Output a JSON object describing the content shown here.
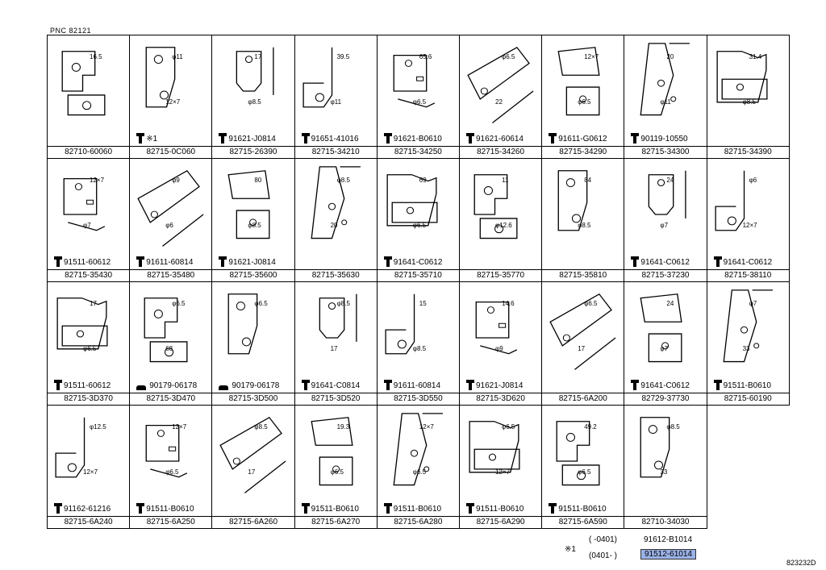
{
  "pnc": "PNC  82121",
  "cells": [
    {
      "cap": "82710-60060",
      "bolt": "",
      "dims": [
        "16.5"
      ]
    },
    {
      "cap": "82715-0C060",
      "bolt": "※1",
      "dims": [
        "φ11",
        "12×7"
      ]
    },
    {
      "cap": "82715-26390",
      "bolt": "91621-J0814",
      "dims": [
        "17",
        "φ8.5"
      ]
    },
    {
      "cap": "82715-34210",
      "bolt": "91651-41016",
      "dims": [
        "39.5",
        "φ11"
      ]
    },
    {
      "cap": "82715-34250",
      "bolt": "91621-B0610",
      "dims": [
        "65.6",
        "φ6.5"
      ]
    },
    {
      "cap": "82715-34260",
      "bolt": "91621-60614",
      "dims": [
        "φ6.5",
        "22"
      ]
    },
    {
      "cap": "82715-34290",
      "bolt": "91611-G0612",
      "dims": [
        "12×7",
        "φ6.5"
      ]
    },
    {
      "cap": "82715-34300",
      "bolt": "90119-10550",
      "dims": [
        "20",
        "φ11"
      ]
    },
    {
      "cap": "82715-34390",
      "bolt": "",
      "dims": [
        "31.4",
        "φ8.5"
      ]
    },
    {
      "cap": "82715-35430",
      "bolt": "91511-60612",
      "dims": [
        "12×7",
        "φ7"
      ]
    },
    {
      "cap": "82715-35480",
      "bolt": "91611-60814",
      "dims": [
        "φ9",
        "φ6"
      ]
    },
    {
      "cap": "82715-35600",
      "bolt": "91621-J0814",
      "dims": [
        "80",
        "φ8.5"
      ]
    },
    {
      "cap": "82715-35630",
      "bolt": "",
      "dims": [
        "φ8.5",
        "20"
      ]
    },
    {
      "cap": "82715-35710",
      "bolt": "91641-C0612",
      "dims": [
        "69",
        "φ6.5"
      ]
    },
    {
      "cap": "82715-35770",
      "bolt": "",
      "dims": [
        "11",
        "φ12.6"
      ]
    },
    {
      "cap": "82715-35810",
      "bolt": "",
      "dims": [
        "84",
        "φ8.5"
      ]
    },
    {
      "cap": "82715-37230",
      "bolt": "91641-C0612",
      "dims": [
        "24",
        "φ7"
      ]
    },
    {
      "cap": "82715-38110",
      "bolt": "91641-C0612",
      "dims": [
        "φ6",
        "12×7"
      ]
    },
    {
      "cap": "82715-3D370",
      "bolt": "91511-60612",
      "dims": [
        "17",
        "φ6.5"
      ]
    },
    {
      "cap": "82715-3D470",
      "bolt": "90179-06178",
      "nut": true,
      "dims": [
        "φ6.5",
        "68"
      ]
    },
    {
      "cap": "82715-3D500",
      "bolt": "90179-06178",
      "nut": true,
      "dims": [
        "φ6.5"
      ]
    },
    {
      "cap": "82715-3D520",
      "bolt": "91641-C0814",
      "dims": [
        "φ8.5",
        "17"
      ]
    },
    {
      "cap": "82715-3D550",
      "bolt": "91611-60814",
      "dims": [
        "15",
        "φ8.5"
      ]
    },
    {
      "cap": "82715-3D620",
      "bolt": "91621-J0814",
      "dims": [
        "14.6",
        "φ9"
      ]
    },
    {
      "cap": "82715-6A200",
      "bolt": "",
      "dims": [
        "φ6.5",
        "17"
      ]
    },
    {
      "cap": "82729-37730",
      "bolt": "91641-C0612",
      "dims": [
        "24",
        "φ7"
      ]
    },
    {
      "cap": "82715-60190",
      "bolt": "91511-B0610",
      "dims": [
        "φ7",
        "33"
      ]
    },
    {
      "cap": "82715-6A240",
      "bolt": "91162-61216",
      "dims": [
        "φ12.5",
        "12×7"
      ]
    },
    {
      "cap": "82715-6A250",
      "bolt": "91511-B0610",
      "dims": [
        "12×7",
        "φ6.5"
      ]
    },
    {
      "cap": "82715-6A260",
      "bolt": "",
      "dims": [
        "φ8.5",
        "17"
      ]
    },
    {
      "cap": "82715-6A270",
      "bolt": "91511-B0610",
      "dims": [
        "19.3",
        "φ6.5"
      ]
    },
    {
      "cap": "82715-6A280",
      "bolt": "91511-B0610",
      "dims": [
        "12×7",
        "φ6.5"
      ]
    },
    {
      "cap": "82715-6A290",
      "bolt": "91511-B0610",
      "dims": [
        "φ6.5",
        "12×7"
      ]
    },
    {
      "cap": "82715-6A590",
      "bolt": "91511-B0610",
      "dims": [
        "49.2",
        "φ6.5"
      ]
    },
    {
      "cap": "82710-34030",
      "bolt": "",
      "dims": [
        "φ8.5",
        "33"
      ]
    }
  ],
  "footnote": {
    "mark": "※1",
    "row1_range": "(      -0401)",
    "row1_part": "91612-B1014",
    "row2_range": "(0401-       )",
    "row2_part": "91512-61014"
  },
  "code": "823232D"
}
